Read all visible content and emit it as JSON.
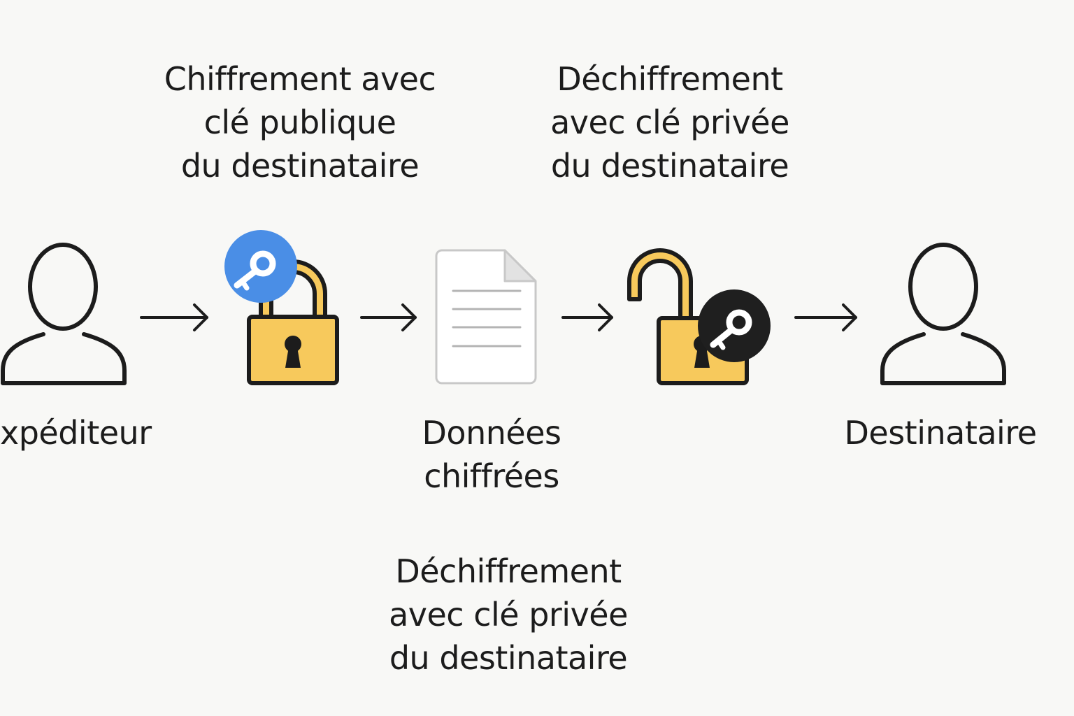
{
  "labels": {
    "encrypt": {
      "line1": "Chiffrement avec",
      "line2": "clé publique",
      "line3": "du destinataire"
    },
    "decrypt_top": {
      "line1": "Déchiffrement",
      "line2": "avec clé privée",
      "line3": "du destinataire"
    },
    "sender": "xpéditeur",
    "data": {
      "line1": "Données",
      "line2": "chiffrées"
    },
    "recipient": "Destinataire",
    "decrypt_bottom": {
      "line1": "Déchiffrement",
      "line2": "avec clé privée",
      "line3": "du destinataire"
    }
  },
  "colors": {
    "stroke": "#1c1c1c",
    "lock_fill": "#f7c95c",
    "public_key_badge": "#4a8ee6",
    "private_key_badge": "#1f1f1f",
    "document_fill": "#ffffff",
    "document_stroke": "#c8c8c8",
    "document_lines": "#b4b4b4",
    "background": "#f8f8f6"
  },
  "icons": {
    "sender": "person-icon",
    "encrypt": "locked-padlock-icon",
    "public_key": "key-icon",
    "data": "document-icon",
    "decrypt": "unlocked-padlock-icon",
    "private_key": "key-icon",
    "recipient": "person-icon"
  }
}
